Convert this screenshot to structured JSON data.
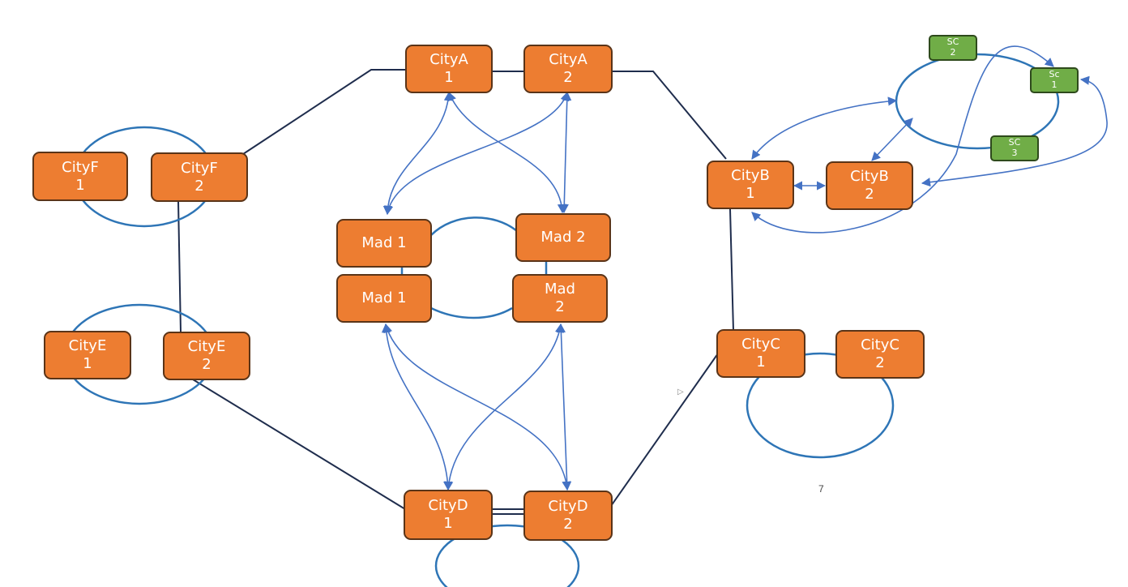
{
  "colors": {
    "node_fill": "#ed7d31",
    "node_border": "#5a3418",
    "sc_fill": "#70ad47",
    "sc_border": "#2e4a1c",
    "trunk_line": "#1f2d4d",
    "ring_line": "#2e75b6",
    "arrow_line": "#4472c4"
  },
  "nodes": {
    "cityA1": {
      "line1": "CityA",
      "line2": "1"
    },
    "cityA2": {
      "line1": "CityA",
      "line2": "2"
    },
    "cityB1": {
      "line1": "CityB",
      "line2": "1"
    },
    "cityB2": {
      "line1": "CityB",
      "line2": "2"
    },
    "cityC1": {
      "line1": "CityC",
      "line2": "1"
    },
    "cityC2": {
      "line1": "CityC",
      "line2": "2"
    },
    "cityD1": {
      "line1": "CityD",
      "line2": "1"
    },
    "cityD2": {
      "line1": "CityD",
      "line2": "2"
    },
    "cityE1": {
      "line1": "CityE",
      "line2": "1"
    },
    "cityE2": {
      "line1": "CityE",
      "line2": "2"
    },
    "cityF1": {
      "line1": "CityF",
      "line2": "1"
    },
    "cityF2": {
      "line1": "CityF",
      "line2": "2"
    },
    "mad1a": {
      "line1": "Mad 1",
      "line2": ""
    },
    "mad2a": {
      "line1": "Mad 2",
      "line2": ""
    },
    "mad1b": {
      "line1": "Mad 1",
      "line2": ""
    },
    "mad2b": {
      "line1": "Mad",
      "line2": "2"
    },
    "sc1": {
      "line1": "Sc",
      "line2": "1"
    },
    "sc2": {
      "line1": "SC",
      "line2": "2"
    },
    "sc3": {
      "line1": "SC",
      "line2": "3"
    }
  },
  "edges": {
    "trunk": [
      [
        "cityF2",
        "cityA1"
      ],
      [
        "cityA1",
        "cityA2"
      ],
      [
        "cityA2",
        "cityB1"
      ],
      [
        "cityB1",
        "cityC1"
      ],
      [
        "cityC1",
        "cityD2"
      ],
      [
        "cityD2",
        "cityD1"
      ],
      [
        "cityD1",
        "cityE2"
      ],
      [
        "cityE2",
        "cityF2"
      ]
    ],
    "rings": [
      [
        "cityF1",
        "cityF2"
      ],
      [
        "cityE1",
        "cityE2"
      ],
      [
        "cityC1",
        "cityC2"
      ],
      [
        "cityD1",
        "cityD2"
      ],
      [
        "mad1a",
        "mad2a"
      ],
      [
        "mad1b",
        "mad2b"
      ],
      [
        "sc1",
        "sc2",
        "sc3"
      ]
    ],
    "bidirectional_arrows": [
      [
        "cityA1",
        "mad1a"
      ],
      [
        "cityA1",
        "mad2a"
      ],
      [
        "cityA2",
        "mad1a"
      ],
      [
        "cityA2",
        "mad2a"
      ],
      [
        "mad1b",
        "cityD1"
      ],
      [
        "mad1b",
        "cityD2"
      ],
      [
        "mad2b",
        "cityD1"
      ],
      [
        "mad2b",
        "cityD2"
      ],
      [
        "cityB1",
        "cityB2"
      ],
      [
        "cityB1",
        "sc-ring"
      ],
      [
        "cityB2",
        "sc-ring"
      ],
      [
        "cityB1",
        "sc1"
      ],
      [
        "cityB2",
        "sc1"
      ]
    ]
  },
  "page_number": "7"
}
